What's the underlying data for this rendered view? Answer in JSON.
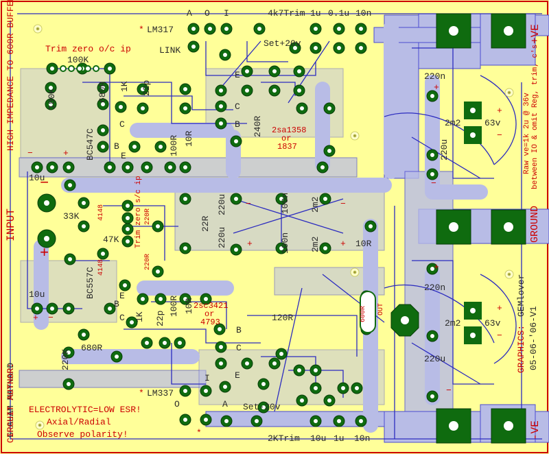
{
  "board": {
    "colors": {
      "background": "#ffff99",
      "copper": "#b8bce6",
      "trace": "#2b2bbf",
      "pad": "#0f6b0f",
      "silk": "#cc0000"
    },
    "top_labels": {
      "a": "A",
      "o": "O",
      "i": "I",
      "trim": "4k7Trim",
      "c1u": "1u",
      "c01u": "0.1u",
      "c10n": "10n"
    },
    "lm317": "LM317",
    "star": "*",
    "link": "LINK",
    "set_pos": "Set+20v",
    "trim_zero": "Trim zero o/c ip",
    "r100k": "100K",
    "title": "HIGH IMPEDANCE TO 600R BUFFER",
    "r180k": "180K",
    "r680a": "680R",
    "r1k_a": "1K",
    "c22p_a": "22p",
    "e_a": "E",
    "c_a": "C",
    "b_a": "B",
    "r240": "240R",
    "sa1358": "2sa1358",
    "or": "or",
    "n1837": "1837",
    "bc547": "BC547C",
    "b_547": "B",
    "c_547": "C",
    "e_547": "E",
    "r100a": "100R",
    "r10a": "10R",
    "c10u_a": "10u",
    "minus": "−",
    "plus": "+",
    "input": "INPUT",
    "d4148": "4148",
    "r33k": "33K",
    "r47k": "47K",
    "trim_zero2": "Trim zero s/c ip",
    "r220a": "220R",
    "r220b": "220R",
    "r22": "22R",
    "c220u_a": "220u",
    "c220u_b": "220u",
    "c100n_a": "100n",
    "c100n_b": "100n",
    "c2m2_a": "2m2",
    "c2m2_b": "2m2",
    "r10b": "10R",
    "author": "GRAHAM MAYNARD",
    "circuit_author": "CIRCUIT AUTHOR:",
    "bc557": "BC557C",
    "c10u_b": "10u",
    "e_b": "E",
    "c_b": "C",
    "b_b": "B",
    "r1k_b": "1K",
    "c22p_b": "22p",
    "r100b": "100R",
    "r10c": "10R",
    "sc3421": "2sc3421",
    "n4793": "4793",
    "r120": "120R",
    "r680b": "680R",
    "r220k": "220K",
    "r600": "600R",
    "out": "OUT",
    "lm337": "LM337",
    "o_b": "O",
    "i_b": "I",
    "a_b": "A",
    "e_c": "E",
    "set_neg": "Set-20v",
    "esr": "ELECTROLYTIC=LOW ESR!",
    "axial": "Axial/Radial",
    "polarity": "Observe polarity!",
    "bottom_labels": {
      "trim": "2KTrim",
      "c10u": "10u",
      "c1u": "1u",
      "c10n": "10n"
    },
    "c220n_a": "220n",
    "c2m2_c": "2m2",
    "v63_a": "63v",
    "c220u_c": "220u",
    "raw": "Raw ve=1k 2u @ 36v",
    "between": "between IO & omit Reg, trim, c's",
    "c220n_b": "220n",
    "c2m2_d": "2m2",
    "v63_b": "63v",
    "c220u_d": "220u",
    "pve": "+VE",
    "ground": "GROUND",
    "nve": "-VE",
    "graphics": "GRAPHICS:",
    "gemlover": "GEMlover",
    "date": "05-06-'06-V1"
  }
}
